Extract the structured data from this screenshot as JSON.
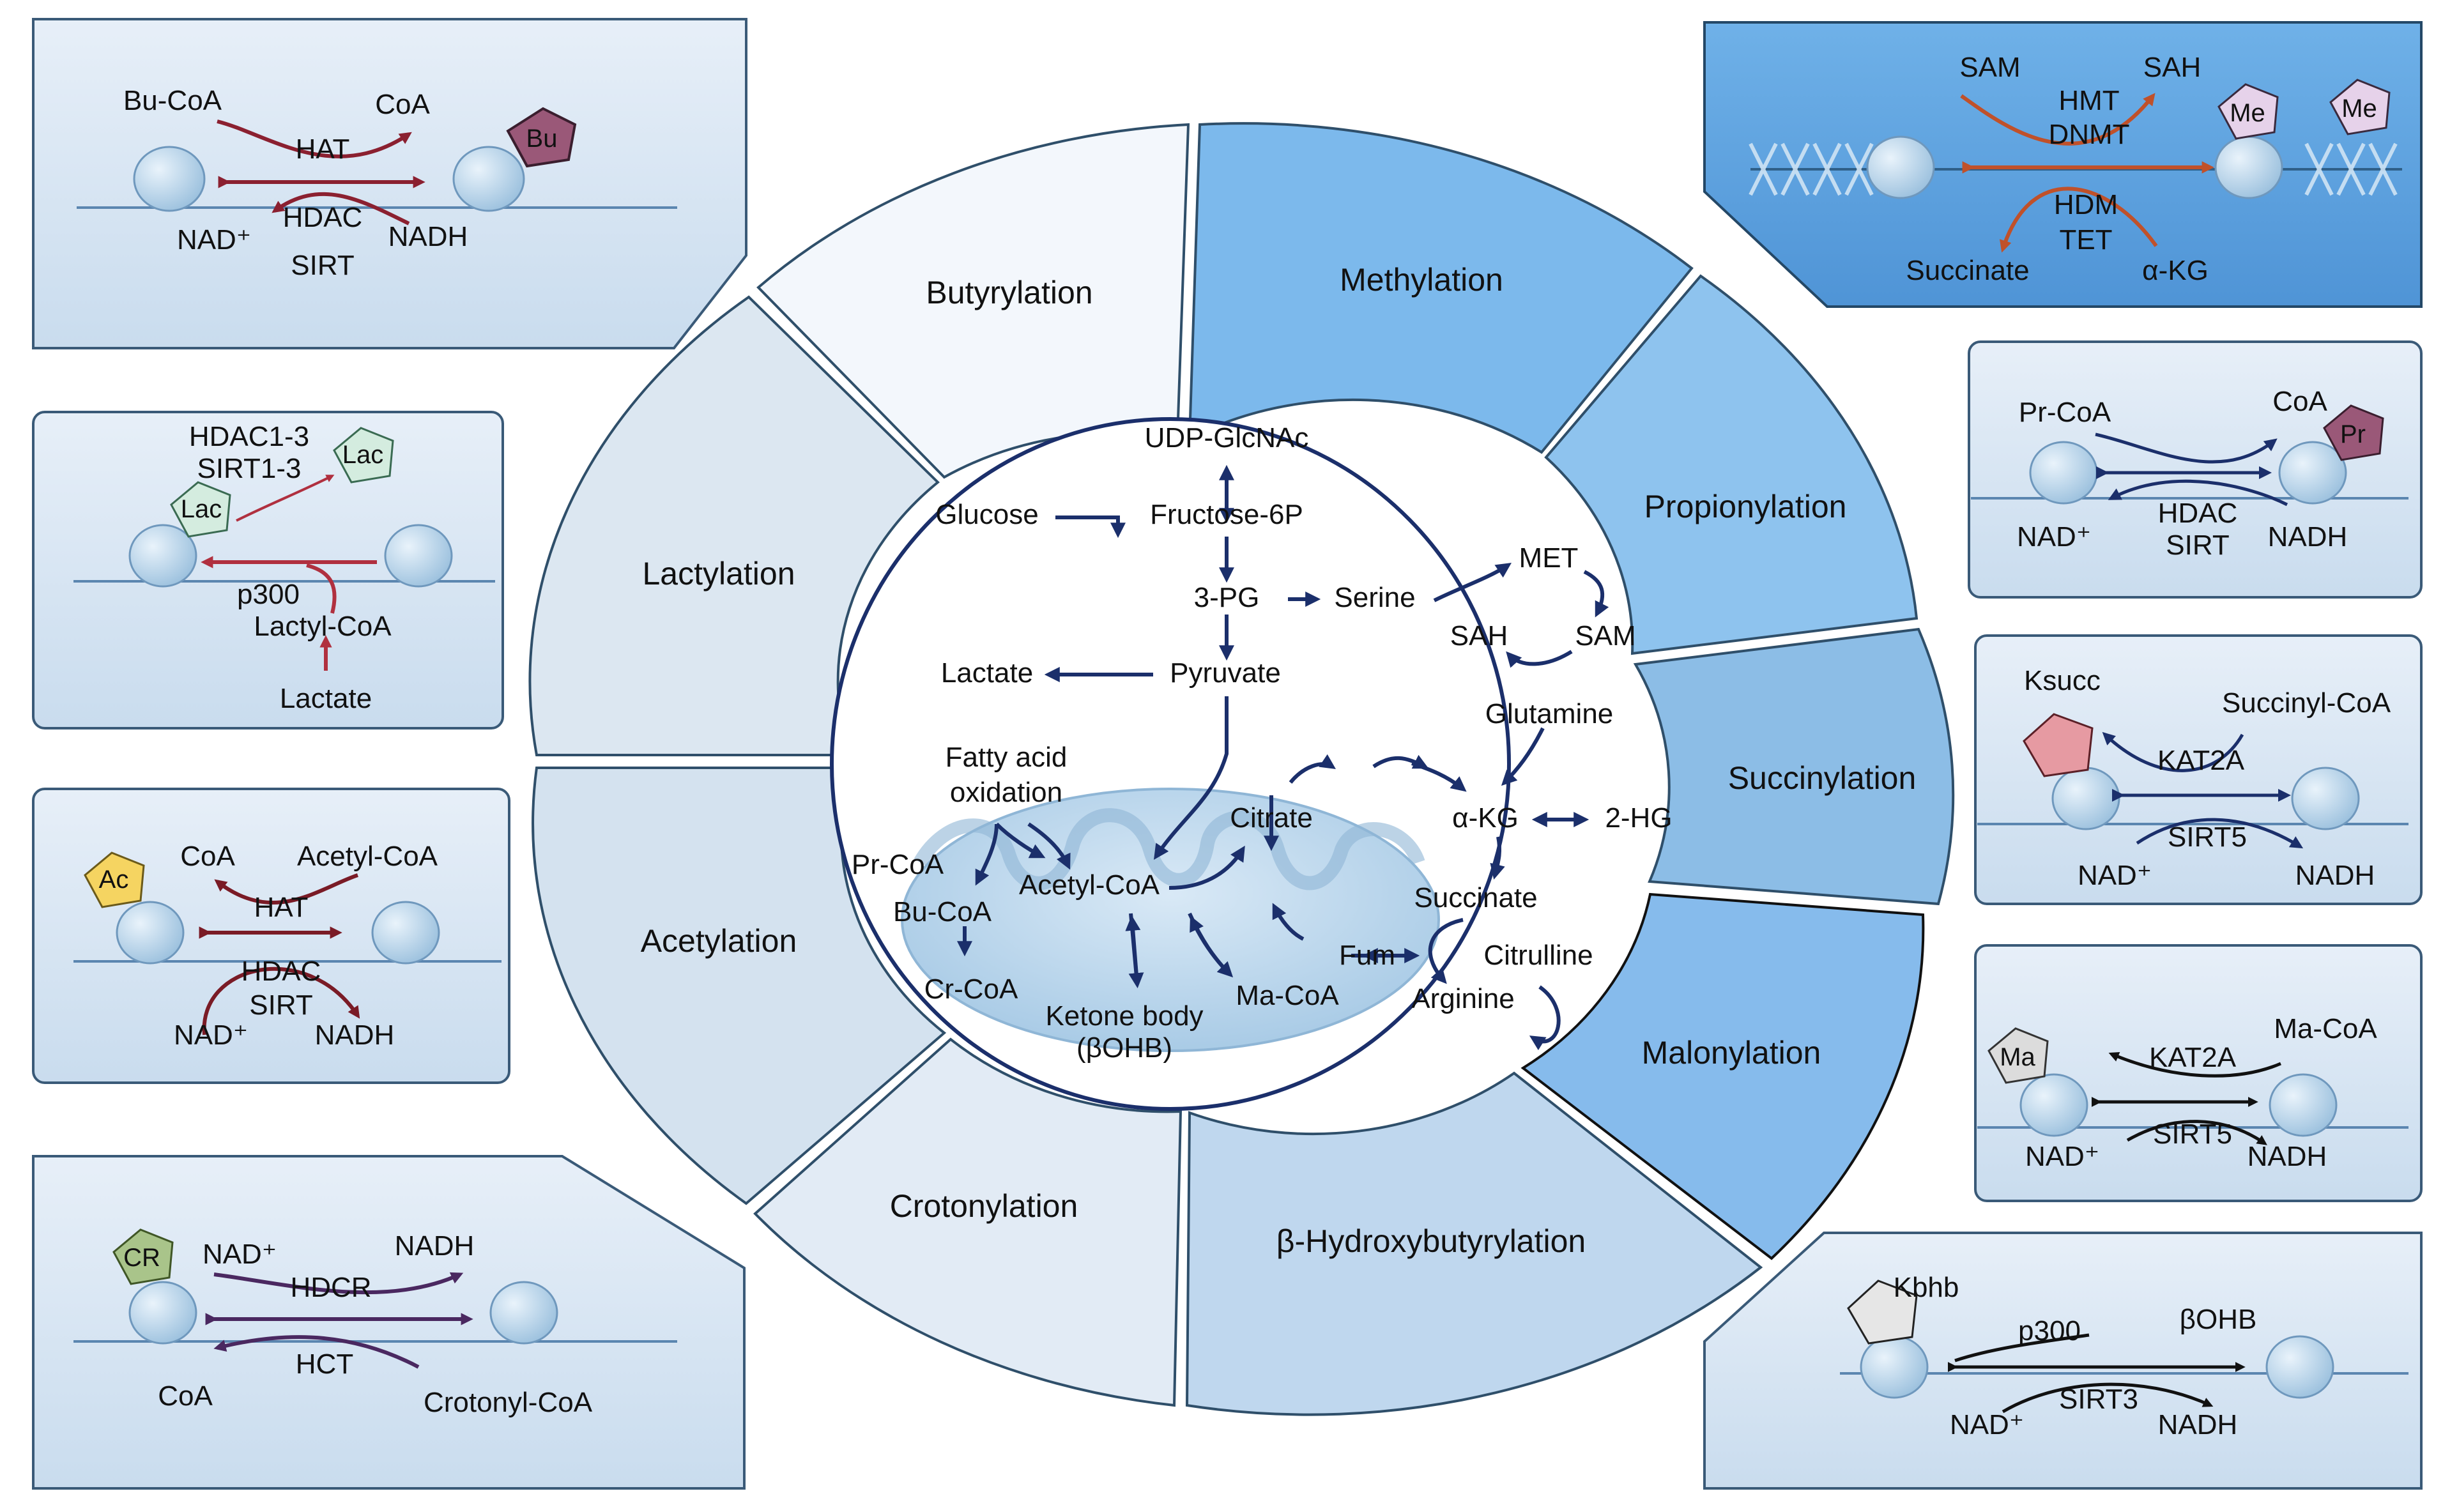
{
  "ring": {
    "butyrylation": "Butyrylation",
    "methylation": "Methylation",
    "propionylation": "Propionylation",
    "succinylation": "Succinylation",
    "malonylation": "Malonylation",
    "hydroxybutyrylation": "β-Hydroxybutyrylation",
    "crotonylation": "Crotonylation",
    "acetylation": "Acetylation",
    "lactylation": "Lactylation"
  },
  "center": {
    "udp_glcnac": "UDP-GlcNAc",
    "glucose": "Glucose",
    "fructose6p": "Fructose-6P",
    "pg3": "3-PG",
    "serine": "Serine",
    "met": "MET",
    "sah": "SAH",
    "sam": "SAM",
    "lactate": "Lactate",
    "pyruvate": "Pyruvate",
    "glutamine": "Glutamine",
    "fatty_acid_1": "Fatty acid",
    "fatty_acid_2": "oxidation",
    "citrate": "Citrate",
    "akg": "α-KG",
    "hg2": "2-HG",
    "pr_coa": "Pr-CoA",
    "acetyl_coa": "Acetyl-CoA",
    "bu_coa": "Bu-CoA",
    "succinate": "Succinate",
    "fum": "Fum",
    "citrulline": "Citrulline",
    "cr_coa": "Cr-CoA",
    "ma_coa": "Ma-CoA",
    "arginine": "Arginine",
    "ketone_1": "Ketone body",
    "ketone_2": "(βOHB)"
  },
  "panels": {
    "bu": {
      "donor": "Bu-CoA",
      "product": "CoA",
      "writer": "HAT",
      "eraser1": "HDAC",
      "eraser2": "SIRT",
      "nad": "NAD⁺",
      "nadh": "NADH",
      "badge": "Bu"
    },
    "lac": {
      "eraser1": "HDAC1-3",
      "eraser2": "SIRT1-3",
      "badge_a": "Lac",
      "badge_b": "Lac",
      "writer": "p300",
      "donor": "Lactyl-CoA",
      "source": "Lactate"
    },
    "ac": {
      "badge": "Ac",
      "product": "CoA",
      "donor": "Acetyl-CoA",
      "writer": "HAT",
      "eraser1": "HDAC",
      "eraser2": "SIRT",
      "nad": "NAD⁺",
      "nadh": "NADH"
    },
    "cr": {
      "badge": "CR",
      "nad": "NAD⁺",
      "nadh": "NADH",
      "eraser": "HDCR",
      "writer": "HCT",
      "product": "CoA",
      "donor": "Crotonyl-CoA"
    },
    "me": {
      "sam": "SAM",
      "sah": "SAH",
      "writer1": "HMT",
      "writer2": "DNMT",
      "eraser1": "HDM",
      "eraser2": "TET",
      "succinate": "Succinate",
      "akg": "α-KG",
      "badge_a": "Me",
      "badge_b": "Me"
    },
    "pr": {
      "donor": "Pr-CoA",
      "product": "CoA",
      "badge": "Pr",
      "eraser1": "HDAC",
      "eraser2": "SIRT",
      "nad": "NAD⁺",
      "nadh": "NADH"
    },
    "succ": {
      "badge_label": "Ksucc",
      "donor": "Succinyl-CoA",
      "writer": "KAT2A",
      "eraser": "SIRT5",
      "nad": "NAD⁺",
      "nadh": "NADH"
    },
    "ma": {
      "badge": "Ma",
      "writer": "KAT2A",
      "donor": "Ma-CoA",
      "eraser": "SIRT5",
      "nad": "NAD⁺",
      "nadh": "NADH"
    },
    "kbhb": {
      "badge_label": "Kbhb",
      "writer": "p300",
      "donor": "βOHB",
      "eraser": "SIRT3",
      "nad": "NAD⁺",
      "nadh": "NADH"
    }
  },
  "colors": {
    "bu_arrow": "#8b2030",
    "lac_arrow": "#b0303f",
    "ac_arrow": "#7a1b26",
    "cr_arrow": "#4a2860",
    "me_arrow": "#c0512a",
    "center_arrow": "#1b2f6b",
    "panel_fill": "#dbe7f3",
    "panel_stroke": "#3a5a78"
  }
}
